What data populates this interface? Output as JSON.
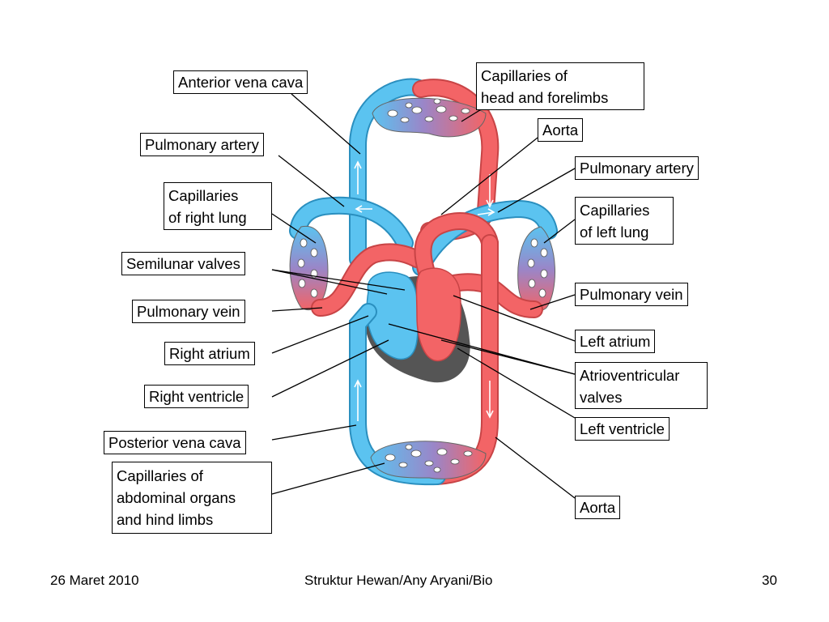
{
  "labels": {
    "anterior_vena_cava": "Anterior vena cava",
    "capillaries_head_1": "Capillaries of",
    "capillaries_head_2": "head and forelimbs",
    "aorta_top": "Aorta",
    "pulmonary_artery_left": "Pulmonary artery",
    "pulmonary_artery_right": "Pulmonary artery",
    "capillaries_right_lung_1": "Capillaries",
    "capillaries_right_lung_2": "of right lung",
    "capillaries_left_lung_1": "Capillaries",
    "capillaries_left_lung_2": "of left lung",
    "semilunar_valves": "Semilunar valves",
    "pulmonary_vein_left": "Pulmonary vein",
    "pulmonary_vein_right": "Pulmonary vein",
    "right_atrium": "Right atrium",
    "left_atrium": "Left atrium",
    "right_ventricle": "Right ventricle",
    "atrioventricular_1": "Atrioventricular",
    "atrioventricular_2": "valves",
    "left_ventricle": "Left ventricle",
    "posterior_vena_cava": "Posterior vena cava",
    "capillaries_abdominal_1": "Capillaries of",
    "capillaries_abdominal_2": "abdominal organs",
    "capillaries_abdominal_3": "and hind limbs",
    "aorta_bottom": "Aorta"
  },
  "footer": {
    "date": "26 Maret 2010",
    "center": "Struktur Hewan/Any Aryani/Bio",
    "page": "30"
  },
  "colors": {
    "oxygen_poor": "#5bc3f0",
    "oxygen_rich": "#f36466",
    "capillary": "#8c86c4",
    "heart_shadow": "#555555"
  }
}
